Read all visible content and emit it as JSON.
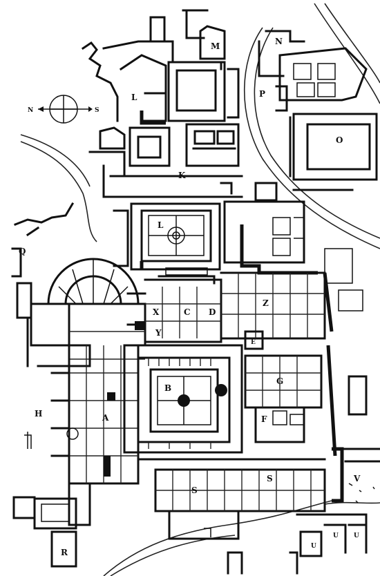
{
  "compass": {
    "north": "N",
    "south": "S"
  },
  "labels": {
    "M": "M",
    "N": "N",
    "L1": "L",
    "P": "P",
    "O": "O",
    "K": "K",
    "L2": "L",
    "Q": "Q",
    "Z": "Z",
    "X": "X",
    "C": "C",
    "D": "D",
    "Y": "Y",
    "E": "E",
    "B": "B",
    "G": "G",
    "H": "H",
    "A": "A",
    "F": "F",
    "S1": "S",
    "S2": "S",
    "V": "V",
    "R": "R",
    "U1": "U",
    "U2": "U",
    "U3": "U"
  }
}
